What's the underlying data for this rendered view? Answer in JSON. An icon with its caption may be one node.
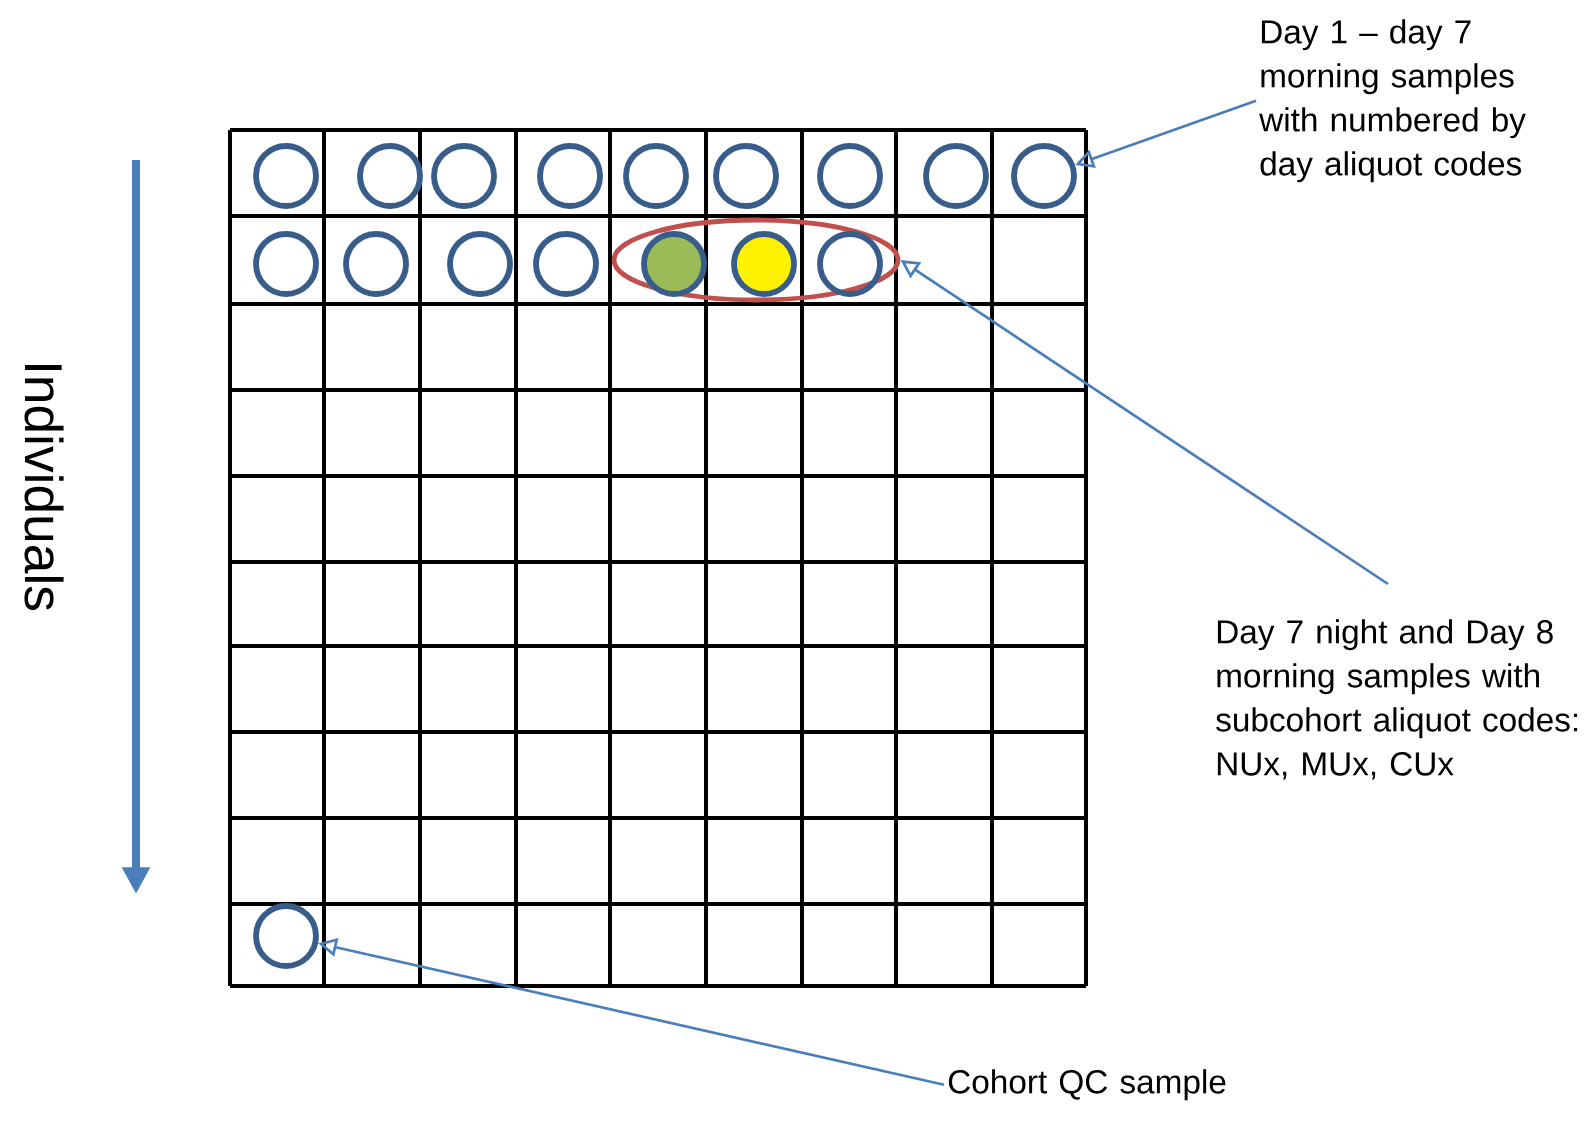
{
  "diagram": {
    "nodes": [
      {
        "text": [
          "Day 1 – day 7 morning samples with numbered by day aliquot codes"
        ]
      },
      {
        "text": [],
        "shape": "circle"
      },
      {
        "text": [],
        "shape": "circle"
      },
      {
        "text": [],
        "shape": "circle"
      },
      {
        "text": [],
        "shape": "circle"
      },
      {
        "text": [],
        "shape": "circle"
      },
      {
        "text": [],
        "shape": "circle"
      },
      {
        "text": [],
        "shape": "circle"
      },
      {
        "text": [],
        "shape": "circle"
      },
      {
        "text": [],
        "shape": "circle"
      },
      {
        "text": [],
        "shape": "ellipse"
      },
      {
        "text": [],
        "shape": "circle"
      },
      {
        "text": [],
        "shape": "circle"
      },
      {
        "text": [],
        "shape": "circle"
      },
      {
        "text": [],
        "shape": "circle"
      },
      {
        "text": [],
        "shape": "circle",
        "in": 10
      },
      {
        "text": [],
        "shape": "circle",
        "in": 10
      },
      {
        "text": [],
        "shape": "circle",
        "in": 10
      },
      {
        "text": [
          "Day 7 night and Day 8 morning samples with subcohort aliquot codes: NUx, MUx, CUx"
        ]
      },
      {
        "text": [],
        "shape": "circle"
      },
      {
        "text": [
          "Cohort QC sample"
        ]
      }
    ],
    "edges": [
      {
        "from": 0,
        "to": 9,
        "arrow": "to"
      },
      {
        "from": 18,
        "to": 10,
        "arrow": "to"
      },
      {
        "from": 20,
        "to": 19,
        "arrow": "to"
      }
    ],
    "labels": [
      "Individuals"
    ]
  }
}
